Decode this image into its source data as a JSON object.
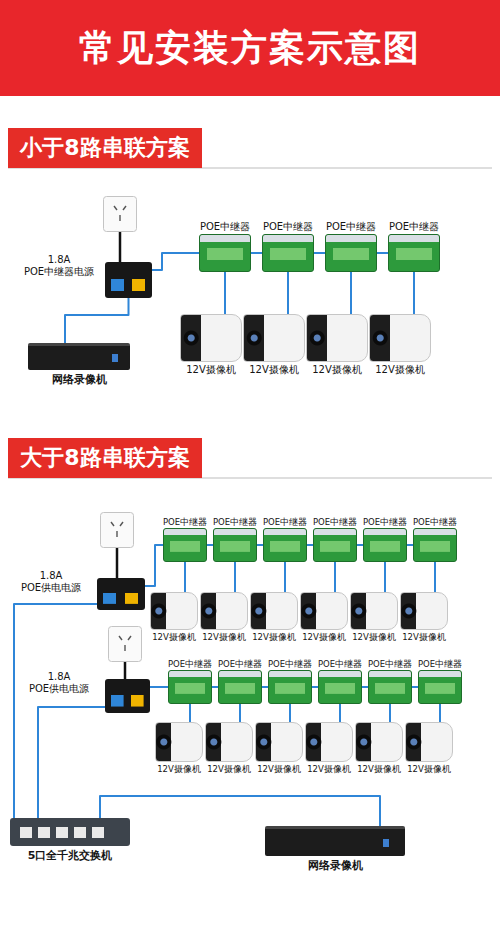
{
  "diagram": {
    "title": "常见安装方案示意图",
    "nodes": [
      {
        "text": [
          "小于8路串联方案"
        ]
      },
      {
        "text": [
          "1.8A POE中继器电源"
        ]
      },
      {
        "text": [
          "网络录像机"
        ]
      },
      {
        "text": [
          "POE中继器"
        ]
      },
      {
        "text": [
          "POE中继器"
        ]
      },
      {
        "text": [
          "POE中继器"
        ]
      },
      {
        "text": [
          "POE中继器"
        ]
      },
      {
        "text": [
          "12V摄像机"
        ]
      },
      {
        "text": [
          "12V摄像机"
        ]
      },
      {
        "text": [
          "12V摄像机"
        ]
      },
      {
        "text": [
          "12V摄像机"
        ]
      },
      {
        "text": [
          "大于8路串联方案"
        ]
      },
      {
        "text": [
          "1.8A POE供电电源"
        ]
      },
      {
        "text": [
          "POE中继器"
        ]
      },
      {
        "text": [
          "POE中继器"
        ]
      },
      {
        "text": [
          "POE中继器"
        ]
      },
      {
        "text": [
          "POE中继器"
        ]
      },
      {
        "text": [
          "POE中继器"
        ]
      },
      {
        "text": [
          "POE中继器"
        ]
      },
      {
        "text": [
          "12V摄像机"
        ]
      },
      {
        "text": [
          "12V摄像机"
        ]
      },
      {
        "text": [
          "12V摄像机"
        ]
      },
      {
        "text": [
          "12V摄像机"
        ]
      },
      {
        "text": [
          "12V摄像机"
        ]
      },
      {
        "text": [
          "12V摄像机"
        ]
      },
      {
        "text": [
          "1.8A POE供电电源"
        ]
      },
      {
        "text": [
          "POE中继器"
        ]
      },
      {
        "text": [
          "POE中继器"
        ]
      },
      {
        "text": [
          "POE中继器"
        ]
      },
      {
        "text": [
          "POE中继器"
        ]
      },
      {
        "text": [
          "POE中继器"
        ]
      },
      {
        "text": [
          "POE中继器"
        ]
      },
      {
        "text": [
          "12V摄像机"
        ]
      },
      {
        "text": [
          "12V摄像机"
        ]
      },
      {
        "text": [
          "12V摄像机"
        ]
      },
      {
        "text": [
          "12V摄像机"
        ]
      },
      {
        "text": [
          "12V摄像机"
        ]
      },
      {
        "text": [
          "12V摄像机"
        ]
      },
      {
        "text": [
          "5口全千兆交换机"
        ]
      },
      {
        "text": [
          "网络录像机"
        ]
      }
    ],
    "edges": [
      {
        "from": 2,
        "to": 1,
        "arrow": "none"
      },
      {
        "from": 1,
        "to": 3,
        "arrow": "none"
      },
      {
        "from": 3,
        "to": 4,
        "arrow": "none"
      },
      {
        "from": 4,
        "to": 5,
        "arrow": "none"
      },
      {
        "from": 5,
        "to": 6,
        "arrow": "none"
      },
      {
        "from": 3,
        "to": 7,
        "arrow": "none"
      },
      {
        "from": 4,
        "to": 8,
        "arrow": "none"
      },
      {
        "from": 5,
        "to": 9,
        "arrow": "none"
      },
      {
        "from": 6,
        "to": 10,
        "arrow": "none"
      },
      {
        "from": 38,
        "to": 12,
        "arrow": "none"
      },
      {
        "from": 38,
        "to": 25,
        "arrow": "none"
      },
      {
        "from": 38,
        "to": 39,
        "arrow": "none"
      },
      {
        "from": 12,
        "to": 13,
        "arrow": "none"
      },
      {
        "from": 13,
        "to": 14,
        "arrow": "none"
      },
      {
        "from": 14,
        "to": 15,
        "arrow": "none"
      },
      {
        "from": 15,
        "to": 16,
        "arrow": "none"
      },
      {
        "from": 16,
        "to": 17,
        "arrow": "none"
      },
      {
        "from": 17,
        "to": 18,
        "arrow": "none"
      },
      {
        "from": 13,
        "to": 19,
        "arrow": "none"
      },
      {
        "from": 14,
        "to": 20,
        "arrow": "none"
      },
      {
        "from": 15,
        "to": 21,
        "arrow": "none"
      },
      {
        "from": 16,
        "to": 22,
        "arrow": "none"
      },
      {
        "from": 17,
        "to": 23,
        "arrow": "none"
      },
      {
        "from": 18,
        "to": 24,
        "arrow": "none"
      },
      {
        "from": 25,
        "to": 26,
        "arrow": "none"
      },
      {
        "from": 26,
        "to": 27,
        "arrow": "none"
      },
      {
        "from": 27,
        "to": 28,
        "arrow": "none"
      },
      {
        "from": 28,
        "to": 29,
        "arrow": "none"
      },
      {
        "from": 29,
        "to": 30,
        "arrow": "none"
      },
      {
        "from": 30,
        "to": 31,
        "arrow": "none"
      },
      {
        "from": 26,
        "to": 32,
        "arrow": "none"
      },
      {
        "from": 27,
        "to": 33,
        "arrow": "none"
      },
      {
        "from": 28,
        "to": 34,
        "arrow": "none"
      },
      {
        "from": 29,
        "to": 35,
        "arrow": "none"
      },
      {
        "from": 30,
        "to": 36,
        "arrow": "none"
      },
      {
        "from": 31,
        "to": 37,
        "arrow": "none"
      }
    ]
  }
}
